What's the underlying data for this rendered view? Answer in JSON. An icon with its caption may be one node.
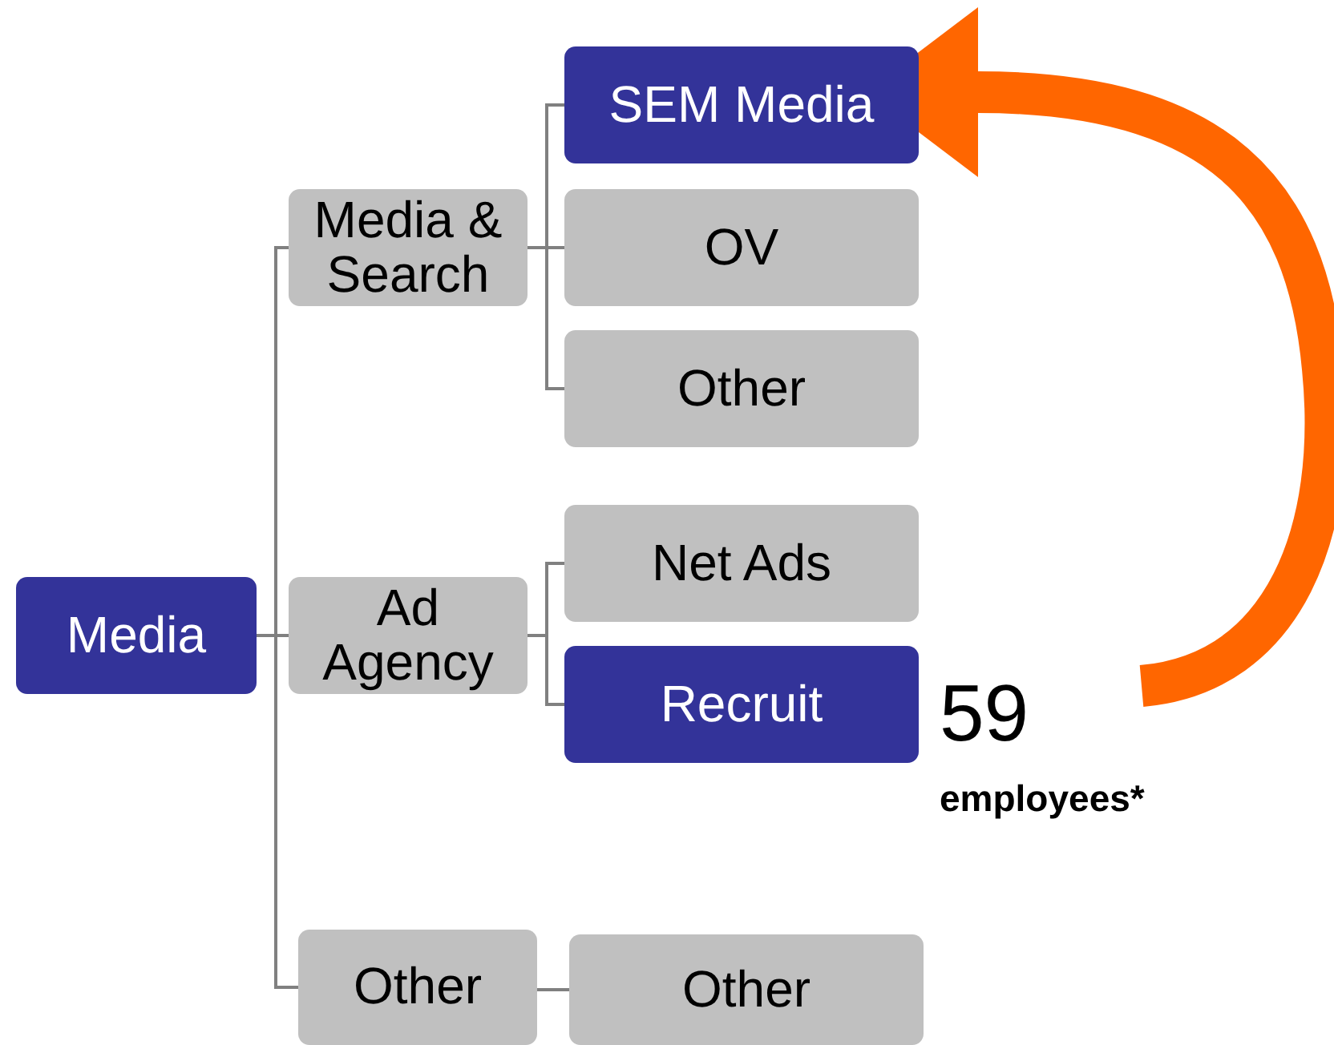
{
  "diagram": {
    "nodes": [
      {
        "text": [
          "Media"
        ]
      },
      {
        "text": [
          "Media & Search"
        ]
      },
      {
        "text": [
          "SEM Media"
        ]
      },
      {
        "text": [
          "OV"
        ]
      },
      {
        "text": [
          "Other"
        ]
      },
      {
        "text": [
          "Ad Agency"
        ]
      },
      {
        "text": [
          "Net Ads"
        ]
      },
      {
        "text": [
          "Recruit"
        ]
      },
      {
        "text": [
          "Other"
        ]
      },
      {
        "text": [
          "Other"
        ]
      },
      {
        "text": [
          "59",
          "employees*"
        ]
      }
    ],
    "edges": [
      {
        "from": 0,
        "to": 1,
        "arrow": "none"
      },
      {
        "from": 0,
        "to": 5,
        "arrow": "none"
      },
      {
        "from": 0,
        "to": 8,
        "arrow": "none"
      },
      {
        "from": 1,
        "to": 2,
        "arrow": "none"
      },
      {
        "from": 1,
        "to": 3,
        "arrow": "none"
      },
      {
        "from": 1,
        "to": 4,
        "arrow": "none"
      },
      {
        "from": 5,
        "to": 6,
        "arrow": "none"
      },
      {
        "from": 5,
        "to": 7,
        "arrow": "none"
      },
      {
        "from": 8,
        "to": 9,
        "arrow": "none"
      },
      {
        "from": 10,
        "to": 2,
        "arrow": "to",
        "style": "thick",
        "color": "#ff6600"
      }
    ]
  }
}
